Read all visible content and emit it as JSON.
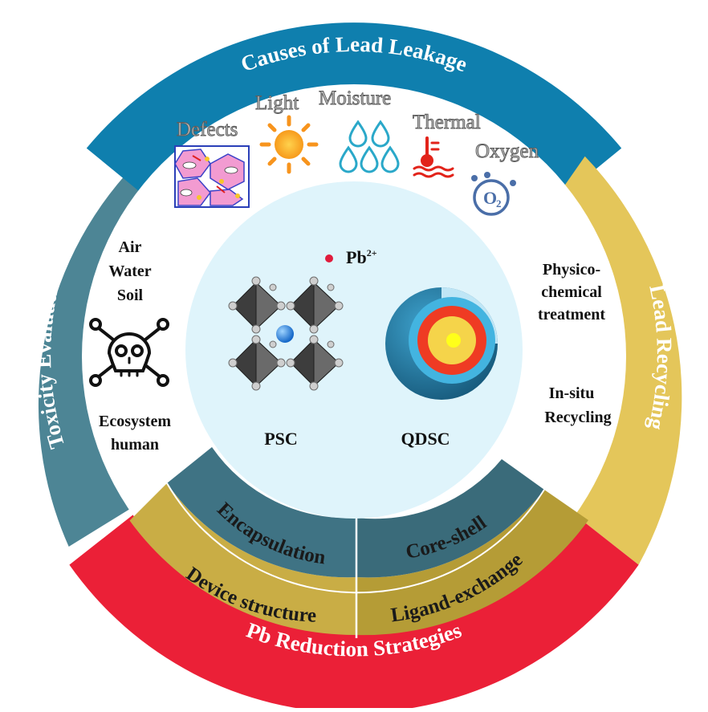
{
  "ring": {
    "causes": "Causes of Lead Leakage",
    "recycling": "Lead Recycling",
    "reduction": "Pb Reduction Strategies",
    "toxicity": "Toxicity Evaluation"
  },
  "strategies": {
    "encapsulation": "Encapsulation",
    "core_shell": "Core-shell",
    "device_structure": "Device structure",
    "ligand_exchange": "Ligand-exchange"
  },
  "factors": {
    "defects": "Defects",
    "light": "Light",
    "moisture": "Moisture",
    "thermal": "Thermal",
    "oxygen": "Oxygen",
    "oxygen_symbol": "O",
    "oxygen_sub": "2"
  },
  "toxicity": {
    "line1": "Air",
    "line2": "Water",
    "line3": "Soil",
    "line4": "Ecosystem",
    "line5": "human"
  },
  "recycling": {
    "line1": "Physico-",
    "line2": "chemical",
    "line3": "treatment",
    "line4": "In-situ",
    "line5": "Recycling"
  },
  "center": {
    "pb_base": "Pb",
    "pb_sup": "2+",
    "psc": "PSC",
    "qdsc": "QDSC"
  },
  "colors": {
    "causes": "#0f7fae",
    "recycling": "#e4c65a",
    "reduction": "#eb2037",
    "toxicity": "#4d8595",
    "strategy_inner": "#3f7384",
    "strategy_outer": "#c9ad45",
    "center_fill": "#dff4fb"
  }
}
